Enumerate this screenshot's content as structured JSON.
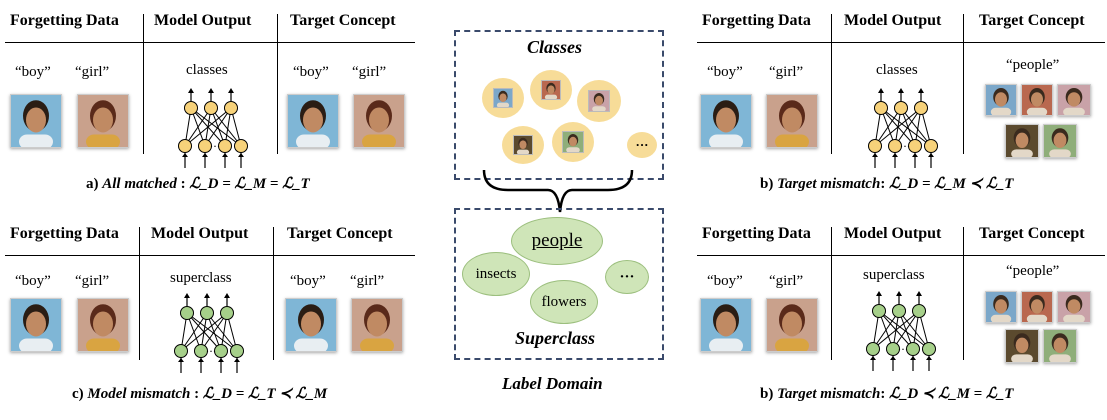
{
  "headers": {
    "forgetting": "Forgetting Data",
    "output": "Model Output",
    "target": "Target Concept"
  },
  "words": {
    "boy": "“boy”",
    "girl": "“girl”",
    "people": "“people”"
  },
  "outputs": {
    "classes": "classes",
    "superclass": "superclass"
  },
  "node_ellipsis": "···",
  "captions": {
    "a_prefix": "a)",
    "a_name": "All matched",
    "a_formula": "ℒ_D = ℒ_M = ℒ_T",
    "b1_prefix": "b)",
    "b1_name": "Target mismatch",
    "b1_formula": "ℒ_D = ℒ_M ≺ ℒ_T",
    "c_prefix": "c)",
    "c_name": "Model mismatch",
    "c_formula": "ℒ_D = ℒ_T ≺ ℒ_M",
    "b2_prefix": "b)",
    "b2_name": "Target mismatch",
    "b2_formula": "ℒ_D ≺ ℒ_M = ℒ_T"
  },
  "center": {
    "classes_title": "Classes",
    "superclass_title": "Superclass",
    "domain_title": "Label Domain",
    "people": "people",
    "insects": "insects",
    "flowers": "flowers",
    "more": "···"
  },
  "colors": {
    "class_node": "#f7d27a",
    "superclass_node": "#a6d08a",
    "dash_border": "#3a4a6b"
  }
}
